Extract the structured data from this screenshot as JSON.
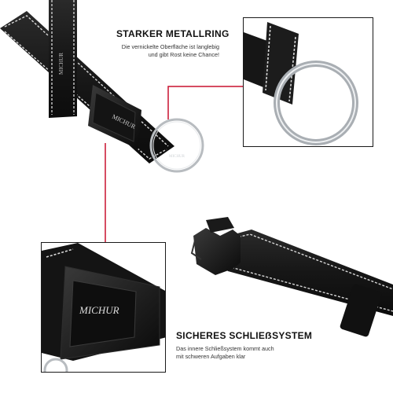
{
  "sections": [
    {
      "heading": "STARKER METALLRING",
      "lines": [
        "Die vernickelte Oberfläche ist langlebig",
        "und gibt Rost keine Chance!"
      ]
    },
    {
      "heading": "SICHERES SCHLIEẞSYSTEM",
      "lines": [
        "Das innere Schließsystem kommt auch",
        "mit schweren Aufgaben klar"
      ]
    }
  ],
  "brand": "MICHUR",
  "colors": {
    "callout_line": "#c8102e",
    "collar": "#1c1c1c",
    "stitching": "#d8d8d8",
    "ring": "#b8bcc0",
    "inset_border": "#1a1a1a"
  }
}
